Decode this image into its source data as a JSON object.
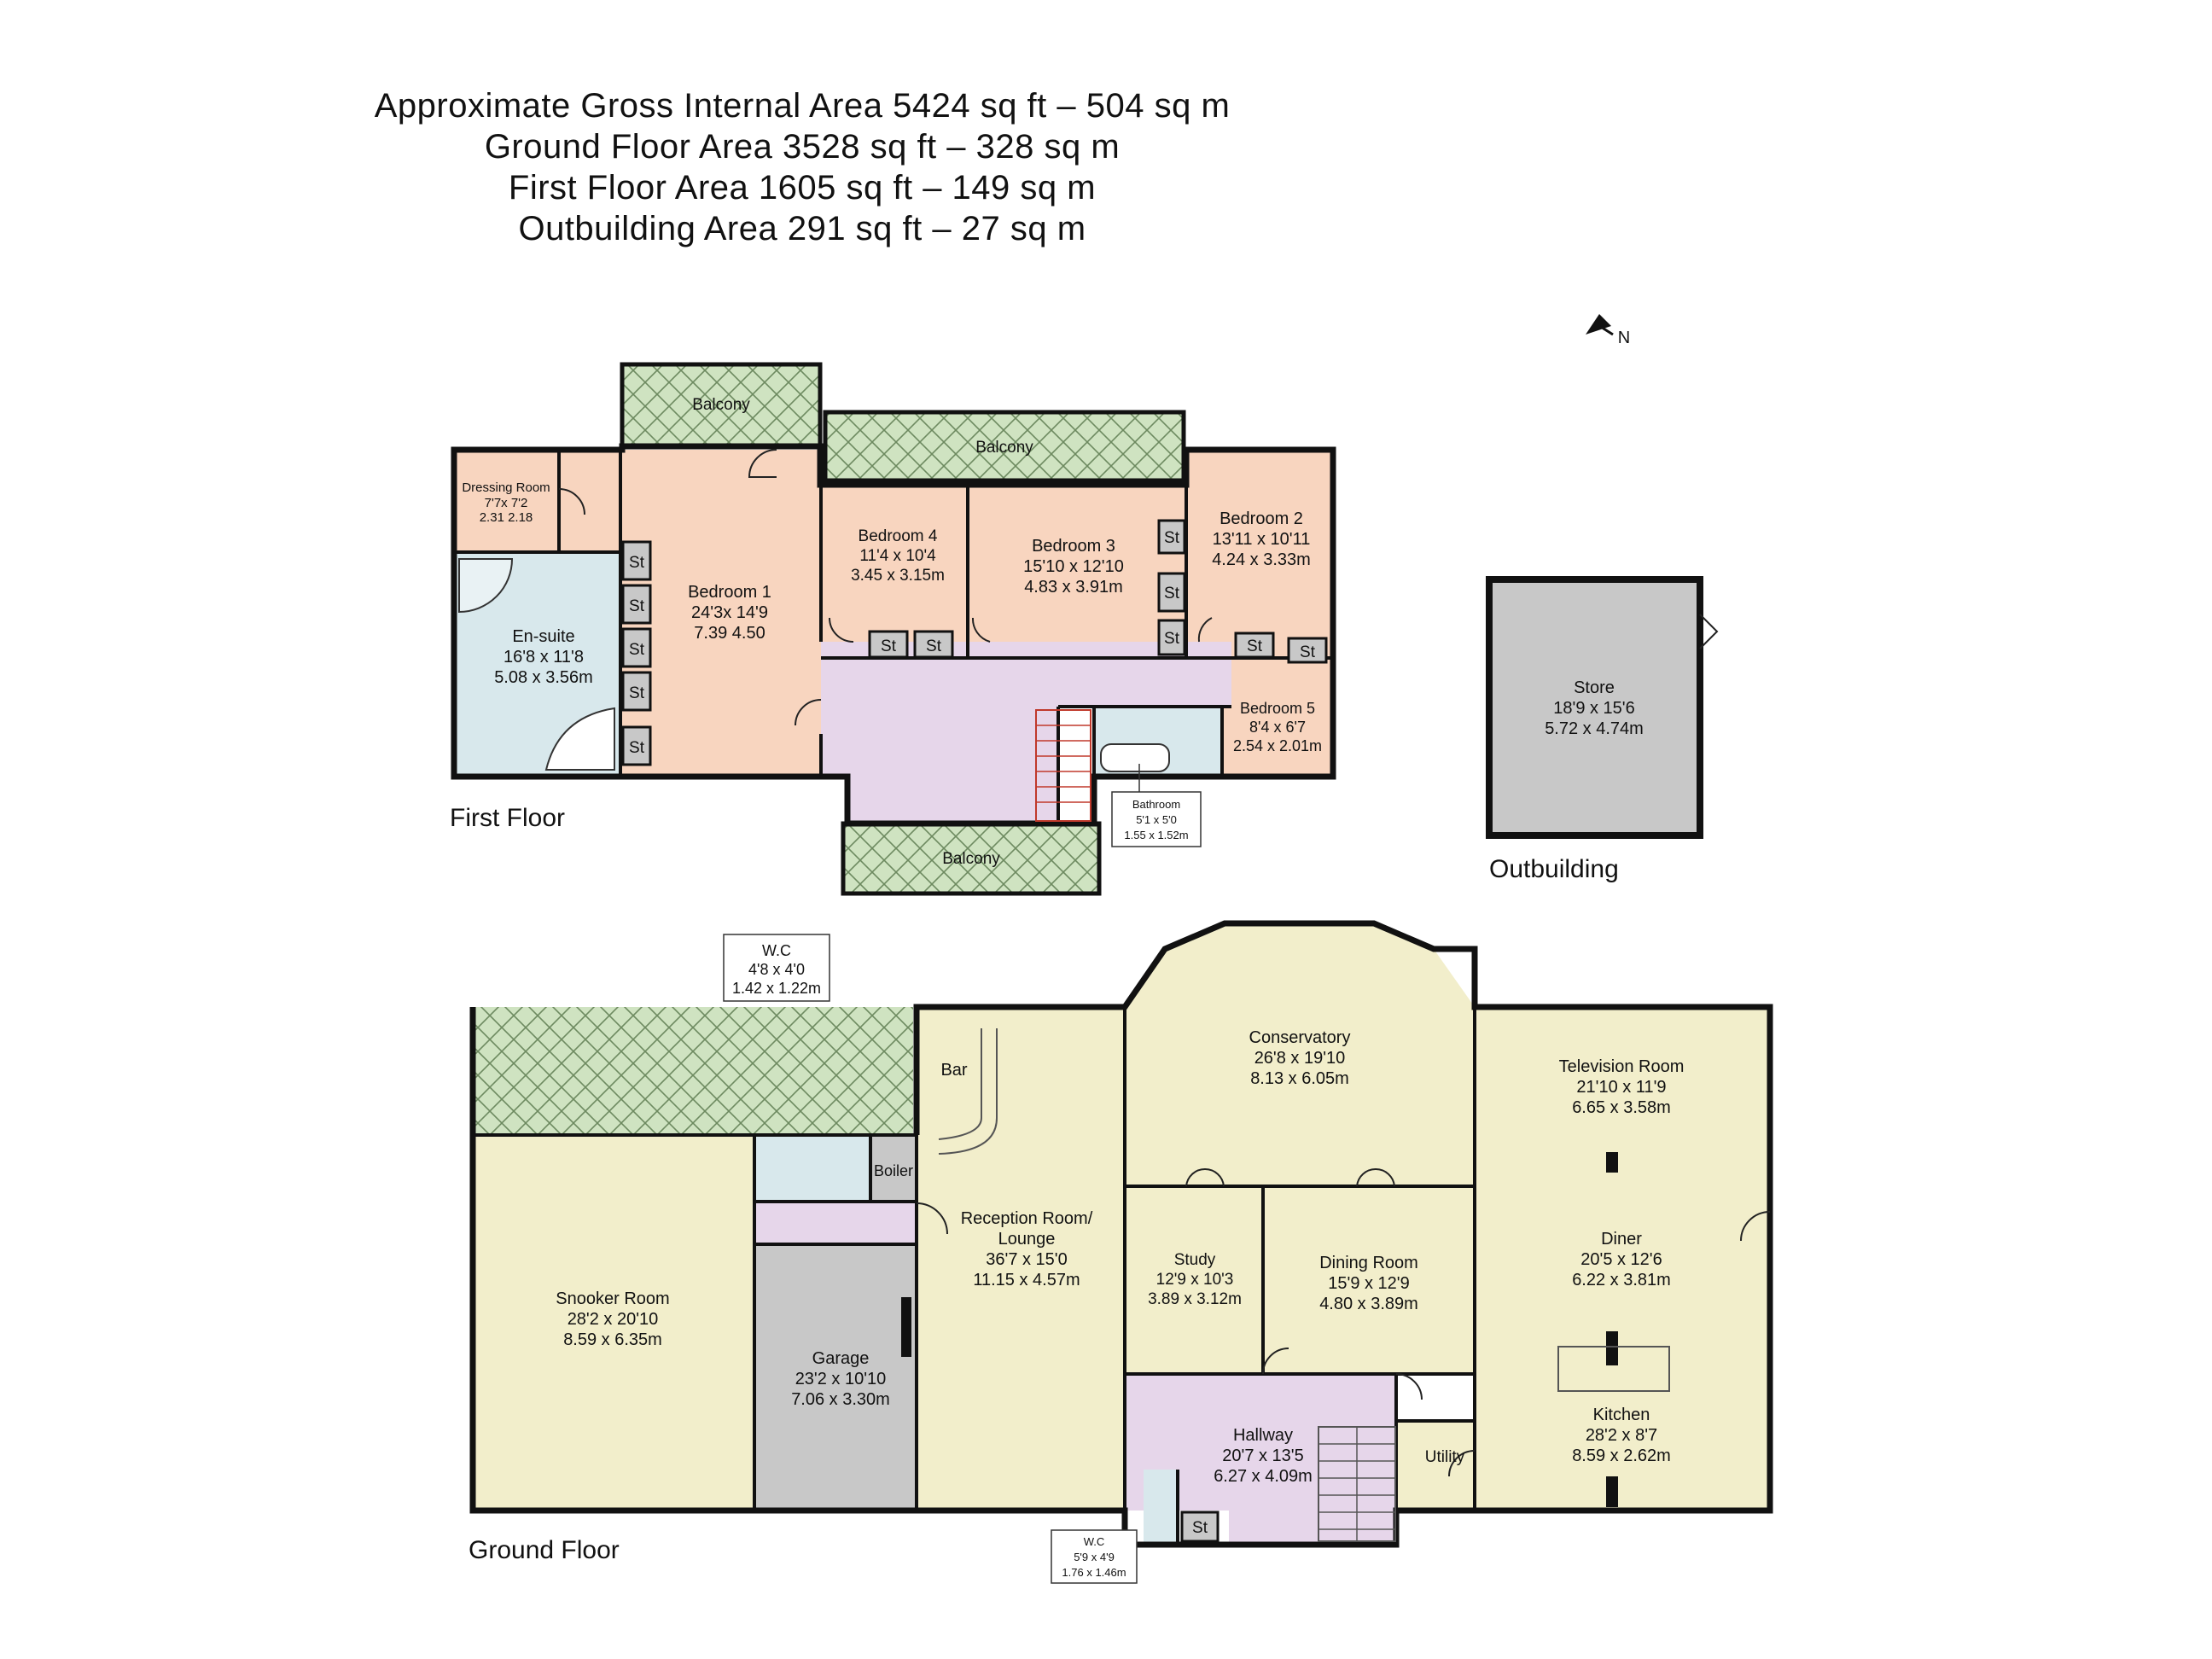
{
  "header": {
    "line1": "Approximate Gross Internal Area 5424 sq ft – 504 sq m",
    "line2": "Ground Floor Area 3528 sq ft – 328 sq m",
    "line3": "First Floor Area 1605 sq ft – 149 sq m",
    "line4": "Outbuilding Area 291 sq ft – 27 sq m"
  },
  "compass": {
    "label": "N",
    "icon": "north-arrow-icon"
  },
  "colors": {
    "bedroom": "#f8d5bf",
    "bathroom": "#d8e8ec",
    "landing": "#e6d6ea",
    "balcony": "#cfe3c1",
    "living": "#f2eecb",
    "garage": "#c8c8c8",
    "wall": "#111111"
  },
  "floors": {
    "first": "First Floor",
    "ground": "Ground Floor",
    "outbuilding": "Outbuilding"
  },
  "first_floor": {
    "balcony_top": "Balcony",
    "balcony_mid": "Balcony",
    "balcony_bottom": "Balcony",
    "dressing": {
      "name": "Dressing Room",
      "imperial": "7'7x 7'2",
      "metric": "2.31 2.18"
    },
    "ensuite": {
      "name": "En-suite",
      "imperial": "16'8 x 11'8",
      "metric": "5.08 x 3.56m"
    },
    "bedroom1": {
      "name": "Bedroom 1",
      "imperial": "24'3x 14'9",
      "metric": "7.39 4.50"
    },
    "bedroom4": {
      "name": "Bedroom 4",
      "imperial": "11'4 x 10'4",
      "metric": "3.45 x 3.15m"
    },
    "bedroom3": {
      "name": "Bedroom 3",
      "imperial": "15'10 x 12'10",
      "metric": "4.83 x 3.91m"
    },
    "bedroom2": {
      "name": "Bedroom 2",
      "imperial": "13'11 x 10'11",
      "metric": "4.24 x 3.33m"
    },
    "bedroom5": {
      "name": "Bedroom 5",
      "imperial": "8'4 x 6'7",
      "metric": "2.54 x 2.01m"
    },
    "bathroom": {
      "name": "Bathroom",
      "imperial": "5'1 x 5'0",
      "metric": "1.55 x 1.52m"
    },
    "store_label": "St"
  },
  "outbuilding": {
    "store": {
      "name": "Store",
      "imperial": "18'9 x 15'6",
      "metric": "5.72 x 4.74m"
    }
  },
  "ground_floor": {
    "wc_top": {
      "name": "W.C",
      "imperial": "4'8 x 4'0",
      "metric": "1.42 x 1.22m"
    },
    "wc_bottom": {
      "name": "W.C",
      "imperial": "5'9 x 4'9",
      "metric": "1.76 x 1.46m"
    },
    "bar": "Bar",
    "boiler": "Boiler",
    "conservatory": {
      "name": "Conservatory",
      "imperial": "26'8 x 19'10",
      "metric": "8.13 x 6.05m"
    },
    "television": {
      "name": "Television Room",
      "imperial": "21'10 x 11'9",
      "metric": "6.65 x 3.58m"
    },
    "reception": {
      "name": "Reception Room/",
      "name2": "Lounge",
      "imperial": "36'7 x 15'0",
      "metric": "11.15 x 4.57m"
    },
    "snooker": {
      "name": "Snooker Room",
      "imperial": "28'2 x 20'10",
      "metric": "8.59 x 6.35m"
    },
    "garage": {
      "name": "Garage",
      "imperial": "23'2 x 10'10",
      "metric": "7.06 x 3.30m"
    },
    "study": {
      "name": "Study",
      "imperial": "12'9 x 10'3",
      "metric": "3.89 x 3.12m"
    },
    "dining": {
      "name": "Dining Room",
      "imperial": "15'9 x 12'9",
      "metric": "4.80 x 3.89m"
    },
    "diner": {
      "name": "Diner",
      "imperial": "20'5 x 12'6",
      "metric": "6.22 x 3.81m"
    },
    "hallway": {
      "name": "Hallway",
      "imperial": "20'7 x 13'5",
      "metric": "6.27 x 4.09m"
    },
    "kitchen": {
      "name": "Kitchen",
      "imperial": "28'2 x 8'7",
      "metric": "8.59 x 2.62m"
    },
    "utility": "Utility",
    "store_label": "St"
  }
}
